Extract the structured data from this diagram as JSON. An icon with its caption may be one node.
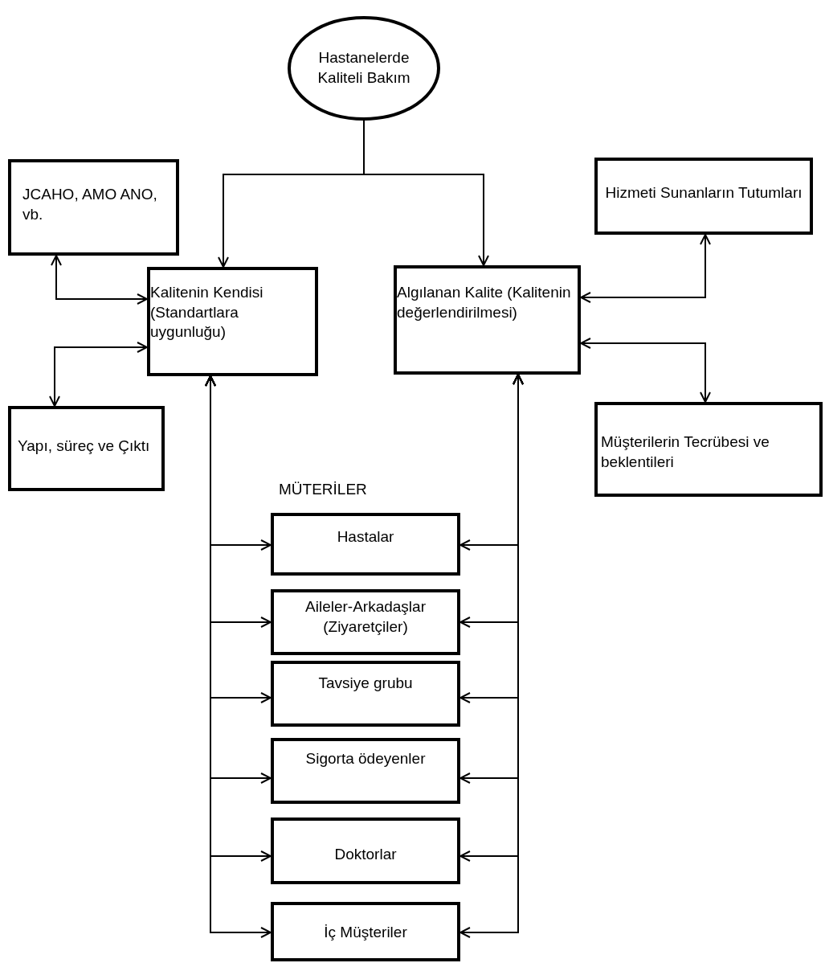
{
  "diagram": {
    "nodes": [
      {
        "text": [
          "Hastanelerde Kaliteli Bakım"
        ]
      },
      {
        "text": [
          "JCAHO, AMO ANO, vb."
        ]
      },
      {
        "text": [
          "Kalitenin Kendisi (Standartlara uygunluğu)"
        ]
      },
      {
        "text": [
          "Algılanan Kalite (Kalitenin değerlendirilmesi)"
        ]
      },
      {
        "text": [
          "Hizmeti Sunanların Tutumları"
        ]
      },
      {
        "text": [
          "Yapı, süreç ve Çıktı"
        ]
      },
      {
        "text": [
          "Müşterilerin Tecrübesi ve beklentileri"
        ]
      },
      {
        "text": [
          "Hastalar"
        ]
      },
      {
        "text": [
          "Aileler-Arkadaşlar (Ziyaretçiler)"
        ]
      },
      {
        "text": [
          "Tavsiye grubu"
        ]
      },
      {
        "text": [
          "Sigorta ödeyenler"
        ]
      },
      {
        "text": [
          "Doktorlar"
        ]
      },
      {
        "text": [
          "İç Müşteriler"
        ]
      }
    ],
    "edges": [
      {
        "from": 0,
        "to": 2,
        "arrow": "to"
      },
      {
        "from": 0,
        "to": 3,
        "arrow": "to"
      },
      {
        "from": 1,
        "to": 2,
        "arrow": "both"
      },
      {
        "from": 2,
        "to": 5,
        "arrow": "both"
      },
      {
        "from": 3,
        "to": 4,
        "arrow": "both"
      },
      {
        "from": 3,
        "to": 6,
        "arrow": "both"
      },
      {
        "from": 2,
        "to": 7,
        "arrow": "both"
      },
      {
        "from": 2,
        "to": 8,
        "arrow": "both"
      },
      {
        "from": 2,
        "to": 9,
        "arrow": "both"
      },
      {
        "from": 2,
        "to": 10,
        "arrow": "both"
      },
      {
        "from": 2,
        "to": 11,
        "arrow": "both"
      },
      {
        "from": 2,
        "to": 12,
        "arrow": "both"
      },
      {
        "from": 3,
        "to": 7,
        "arrow": "both"
      },
      {
        "from": 3,
        "to": 8,
        "arrow": "both"
      },
      {
        "from": 3,
        "to": 9,
        "arrow": "both"
      },
      {
        "from": 3,
        "to": 10,
        "arrow": "both"
      },
      {
        "from": 3,
        "to": 11,
        "arrow": "both"
      },
      {
        "from": 3,
        "to": 12,
        "arrow": "both"
      }
    ],
    "labels": [
      "MÜTERİLER"
    ]
  }
}
